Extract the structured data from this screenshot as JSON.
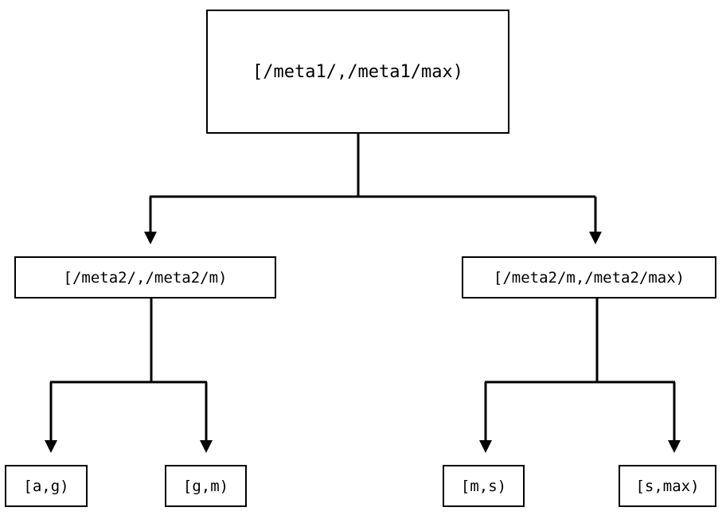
{
  "diagram": {
    "type": "tree",
    "title": "",
    "orientation": "top-down",
    "colors": {
      "stroke": "#000000",
      "fill": "#ffffff",
      "text": "#000000"
    },
    "nodes": {
      "root": {
        "id": "root",
        "label": "[/meta1/,/meta1/max)",
        "level": 0
      },
      "mid_left": {
        "id": "mid_left",
        "label": "[/meta2/,/meta2/m)",
        "level": 1
      },
      "mid_right": {
        "id": "mid_right",
        "label": "[/meta2/m,/meta2/max)",
        "level": 1
      },
      "leaf_ag": {
        "id": "leaf_ag",
        "label": "[a,g)",
        "level": 2
      },
      "leaf_gm": {
        "id": "leaf_gm",
        "label": "[g,m)",
        "level": 2
      },
      "leaf_ms": {
        "id": "leaf_ms",
        "label": "[m,s)",
        "level": 2
      },
      "leaf_smax": {
        "id": "leaf_smax",
        "label": "[s,max)",
        "level": 2
      }
    },
    "edges": [
      {
        "from": "root",
        "to": "mid_left",
        "arrow": "filled-triangle-down"
      },
      {
        "from": "root",
        "to": "mid_right",
        "arrow": "filled-triangle-down"
      },
      {
        "from": "mid_left",
        "to": "leaf_ag",
        "arrow": "filled-triangle-down"
      },
      {
        "from": "mid_left",
        "to": "leaf_gm",
        "arrow": "filled-triangle-down"
      },
      {
        "from": "mid_right",
        "to": "leaf_ms",
        "arrow": "filled-triangle-down"
      },
      {
        "from": "mid_right",
        "to": "leaf_smax",
        "arrow": "filled-triangle-down"
      }
    ]
  }
}
